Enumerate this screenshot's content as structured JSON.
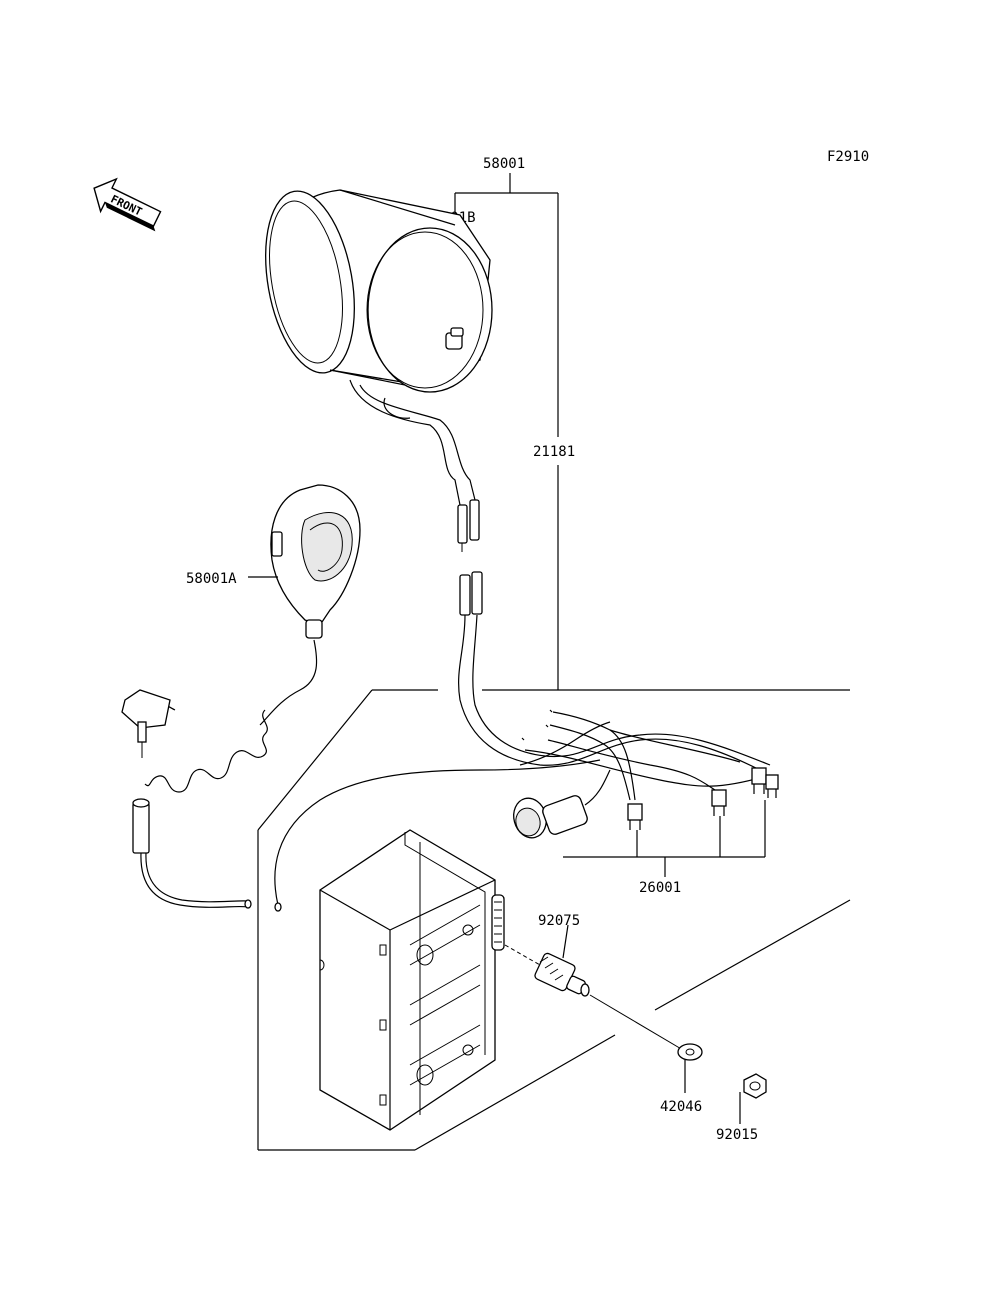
{
  "figure_code": "F2910",
  "front_label": "FRONT",
  "parts": {
    "speaker_assembly": "58001",
    "speaker": "58001B",
    "microphone": "58001A",
    "harness": "21181",
    "lead": "26001",
    "switch": "92075",
    "washer": "42046",
    "nut": "92015"
  }
}
